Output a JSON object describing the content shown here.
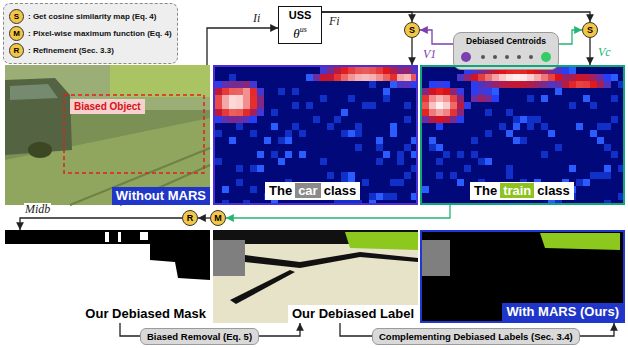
{
  "diagram": {
    "nodes": [
      {
        "text": [
          "USS",
          "θ",
          "us"
        ]
      },
      {
        "text": [
          "S"
        ]
      },
      {
        "text": [
          "S"
        ]
      },
      {
        "text": [
          "Debiased Centroids"
        ]
      },
      {
        "text": [
          "Without MARS",
          "Biased Object"
        ]
      },
      {
        "text": [
          "The",
          "car",
          "class"
        ]
      },
      {
        "text": [
          "The",
          "train",
          "class"
        ]
      },
      {
        "text": [
          "M"
        ]
      },
      {
        "text": [
          "R"
        ]
      },
      {
        "text": [
          "Our Debiased Mask"
        ]
      },
      {
        "text": [
          "Our Debiased Label"
        ]
      },
      {
        "text": [
          "With MARS (Ours)"
        ]
      },
      {
        "text": [
          "Biased Removal (Eq. 5)"
        ]
      },
      {
        "text": [
          "Complementing Debiased Labels (Sec. 3.4)"
        ]
      }
    ],
    "edges": [
      {
        "from": 4,
        "to": 0,
        "label": "Ii",
        "arrow": "to"
      },
      {
        "from": 0,
        "to": 1,
        "label": "Fi",
        "arrow": "to"
      },
      {
        "from": 0,
        "to": 2,
        "arrow": "to"
      },
      {
        "from": 3,
        "to": 1,
        "label": "V1",
        "arrow": "to"
      },
      {
        "from": 3,
        "to": 2,
        "label": "Vc",
        "arrow": "to"
      },
      {
        "from": 1,
        "to": 5,
        "arrow": "to"
      },
      {
        "from": 2,
        "to": 6,
        "arrow": "to"
      },
      {
        "from": 6,
        "to": 7,
        "arrow": "to"
      },
      {
        "from": 7,
        "to": 8,
        "arrow": "to"
      },
      {
        "from": 8,
        "to": 9,
        "label": "Midb",
        "arrow": "to"
      },
      {
        "from": 9,
        "to": 12,
        "arrow": "none"
      },
      {
        "from": 12,
        "to": 10,
        "arrow": "to"
      },
      {
        "from": 10,
        "to": 13,
        "arrow": "none"
      },
      {
        "from": 13,
        "to": 11,
        "arrow": "to"
      }
    ],
    "labels": [
      "S",
      "M",
      "R"
    ],
    "legend": [
      {
        "text": ": Get cosine similarity map (Eq. 4)"
      },
      {
        "text": ": Pixel-wise maximum function (Eq. 4)"
      },
      {
        "text": ": Refinement (Sec. 3.3)"
      }
    ]
  }
}
